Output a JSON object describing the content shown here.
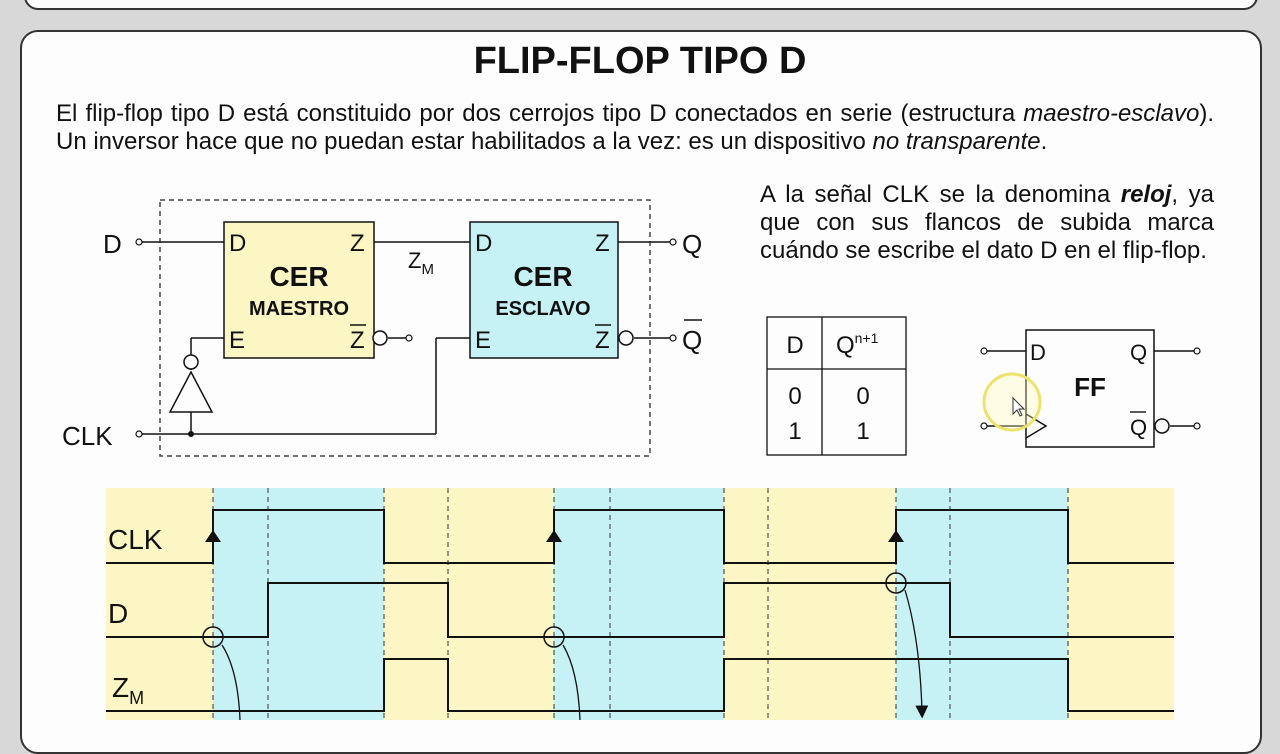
{
  "title": "FLIP-FLOP TIPO D",
  "intro": {
    "t1": "El flip-flop tipo D está constituido por dos cerrojos tipo D conectados en serie (estructura ",
    "t2": "maestro-esclavo",
    "t3": "). Un inversor hace que no puedan estar habilitados a la vez: es un dispositivo ",
    "t4": "no transparente",
    "t5": "."
  },
  "side": {
    "t1": "A la señal CLK se la denomina ",
    "t2": "reloj",
    "t3": ", ya que con sus flancos de subida marca cuándo se escribe el dato D en el flip-flop."
  },
  "circuit": {
    "input_d": "D",
    "input_clk": "CLK",
    "output_q": "Q",
    "output_qbar": "Q",
    "master": {
      "title": "CER",
      "subtitle": "MAESTRO",
      "pin_d": "D",
      "pin_e": "E",
      "pin_z": "Z",
      "pin_zbar": "Z"
    },
    "slave": {
      "title": "CER",
      "subtitle": "ESCLAVO",
      "pin_d": "D",
      "pin_e": "E",
      "pin_z": "Z",
      "pin_zbar": "Z"
    },
    "zm_label": "Z",
    "zm_sub": "M"
  },
  "truth_table": {
    "headers": [
      "D",
      "Q"
    ],
    "header_sup": "n+1",
    "rows": [
      [
        "0",
        "0"
      ],
      [
        "1",
        "1"
      ]
    ]
  },
  "symbol": {
    "label": "FF",
    "pin_d": "D",
    "pin_q": "Q",
    "pin_qbar": "Q"
  },
  "timing": {
    "signals": [
      {
        "name": "CLK",
        "sub": ""
      },
      {
        "name": "D",
        "sub": ""
      },
      {
        "name": "Z",
        "sub": "M"
      }
    ],
    "colors": {
      "idle": "#fbf6c4",
      "active": "#c6f2f6"
    },
    "clk_levels": [
      0,
      1,
      1,
      0,
      0,
      1,
      1,
      0,
      0,
      1,
      1,
      0
    ],
    "d_levels": [
      0,
      0,
      1,
      1,
      0,
      0,
      0,
      1,
      1,
      1,
      0,
      0
    ],
    "zm_levels": [
      0,
      0,
      0,
      1,
      0,
      0,
      0,
      1,
      1,
      1,
      1,
      0
    ]
  }
}
